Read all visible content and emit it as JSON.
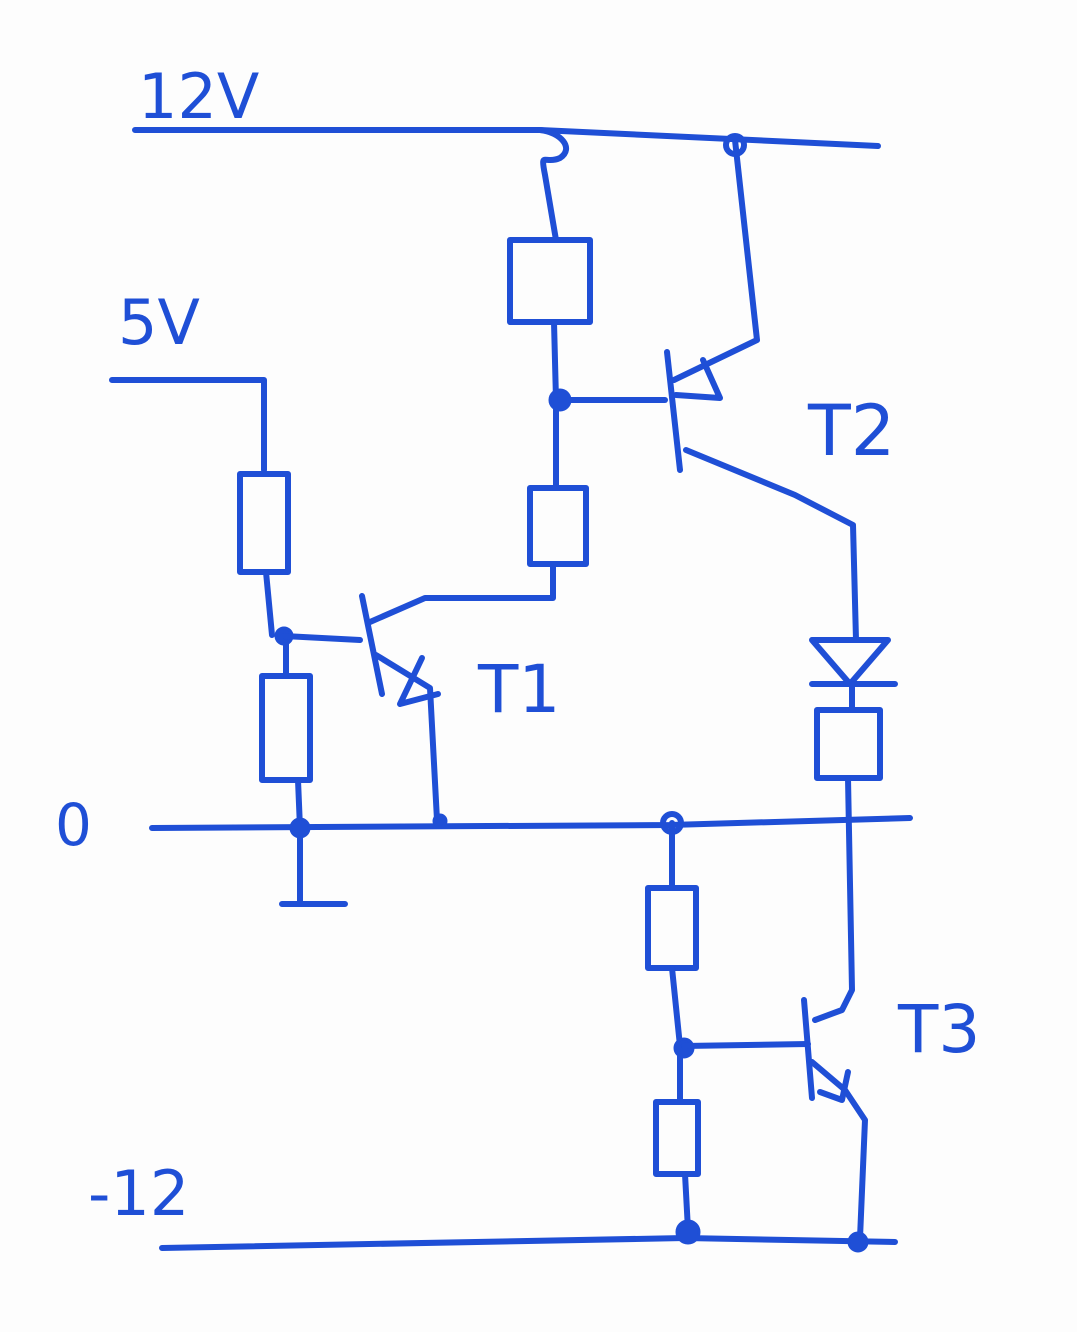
{
  "labels": {
    "rail_plus12": "12V",
    "rail_5v": "5V",
    "rail_ground": "0",
    "rail_minus12": "-12",
    "transistor_t1": "T1",
    "transistor_t2": "T2",
    "transistor_t3": "T3"
  },
  "colors": {
    "ink": "#1f4fd6",
    "background": "#fdfdfd"
  }
}
